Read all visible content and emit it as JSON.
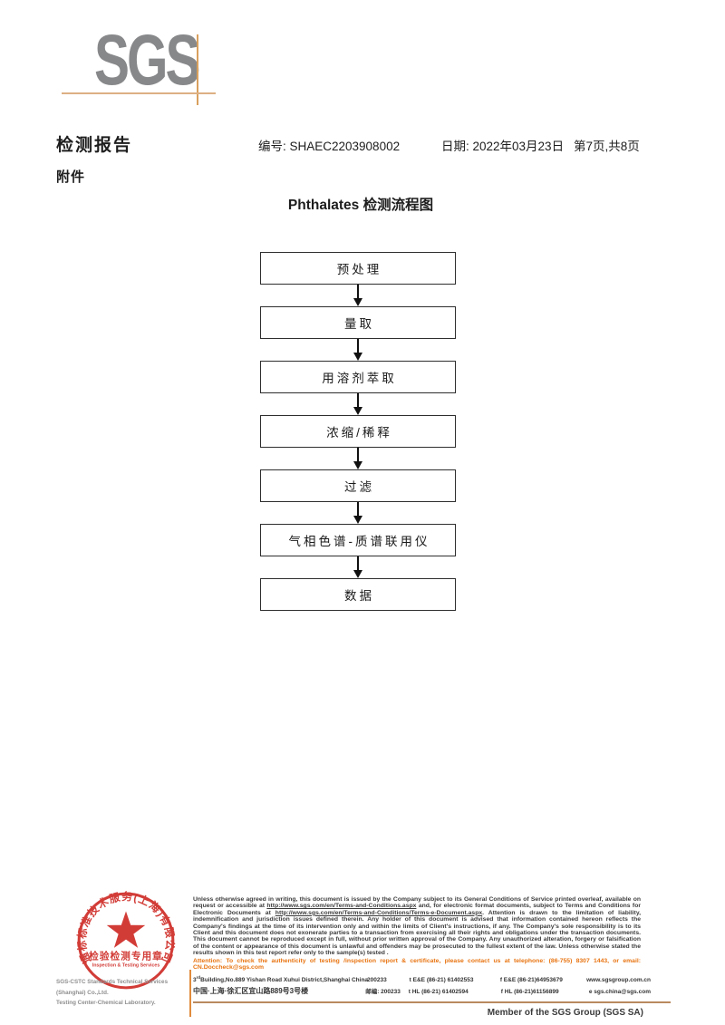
{
  "logo": {
    "text": "SGS"
  },
  "header": {
    "report_title": "检测报告",
    "report_no": "编号: SHAEC2203908002",
    "date": "日期: 2022年03月23日",
    "page_info": "第7页,共8页",
    "attachment": "附件"
  },
  "flowchart": {
    "title": "Phthalates 检测流程图",
    "steps": [
      "预处理",
      "量取",
      "用溶剂萃取",
      "浓缩/稀释",
      "过滤",
      "气相色谱-质谱联用仪",
      "数据"
    ]
  },
  "stamp": {
    "ring_text": "通标标准技术服务(上海)有限公司",
    "title": "检验检测专用章",
    "subtitle": "Inspection & Testing Services",
    "color": "#cf2e28"
  },
  "company": {
    "line1": "SGS-CSTC Standards Technical Services (Shanghai) Co.,Ltd.",
    "line2": "Testing Center-Chemical Laboratory."
  },
  "legal": {
    "part1": "Unless otherwise agreed in writing, this document is issued by the Company subject to its General Conditions of Service printed overleaf, available on request or accessible at ",
    "url1": "http://www.sgs.com/en/Terms-and-Conditions.aspx",
    "part2": " and, for electronic format documents, subject to Terms and Conditions for Electronic Documents at ",
    "url2": "http://www.sgs.com/en/Terms-and-Conditions/Terms-e-Document.aspx",
    "part3": ". Attention is drawn to the limitation of liability, indemnification and jurisdiction issues defined therein. Any holder of this document is advised that information contained hereon reflects the Company's findings at the time of its intervention only and within the limits of Client's instructions, if any. The Company's sole responsibility is to its Client and this document does not exonerate parties to a transaction from exercising all their rights and obligations under the transaction documents. This document cannot be reproduced except in full, without prior written approval of the Company. Any unauthorized alteration, forgery or falsification of the content or appearance of this document is unlawful and offenders may be prosecuted to the fullest extent of the law. Unless otherwise stated the results shown in this test report refer only to the sample(s) tested .",
    "attention": "Attention: To check the authenticity of testing /inspection report & certificate, please contact us at telephone: (86-755) 8307 1443, or email: CN.Doccheck@sgs.com"
  },
  "address": {
    "row1": {
      "num": "3",
      "sup": "rd",
      "addr": "Building,No.889 Yishan Road Xuhui District,Shanghai China",
      "zip": "200233",
      "tel": "t E&E (86-21) 61402553",
      "fax": "f E&E (86-21)64953679",
      "web": "www.sgsgroup.com.cn"
    },
    "row2": {
      "addr": "中国·上海·徐汇区宜山路889号3号楼",
      "zip": "邮编: 200233",
      "tel": "t HL (86-21) 61402594",
      "fax": "f HL (86-21)61156899",
      "web": "e sgs.china@sgs.com"
    }
  },
  "footer": {
    "member": "Member of the SGS Group (SGS SA)"
  }
}
